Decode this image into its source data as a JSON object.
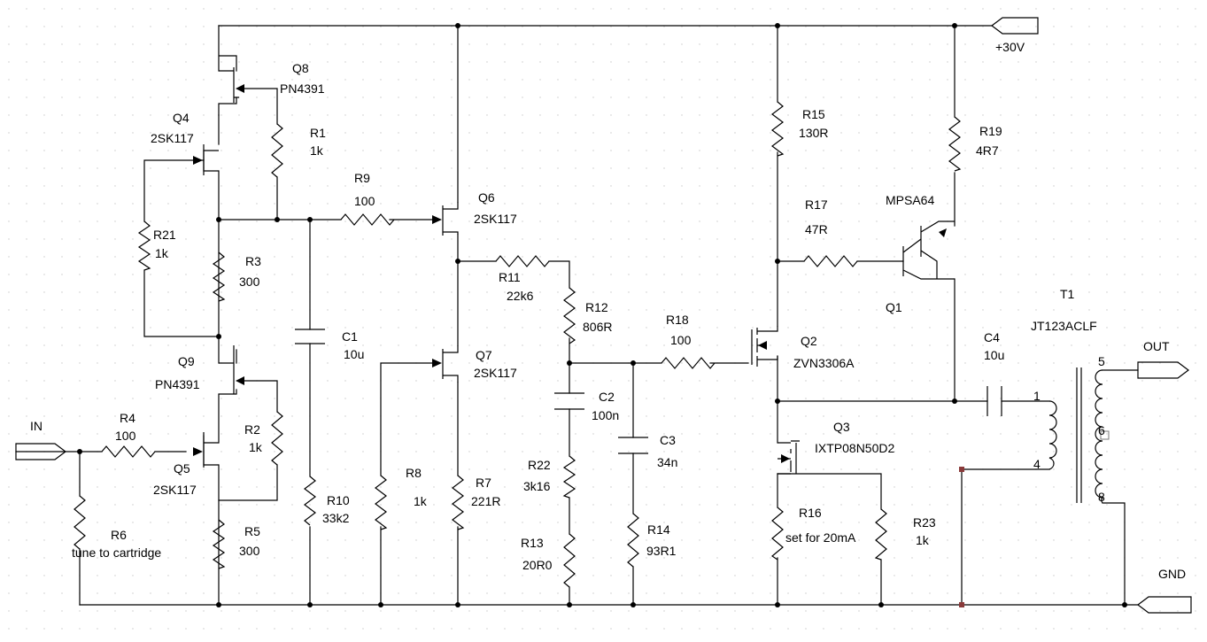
{
  "ports": {
    "vplus": "+30V",
    "input": "IN",
    "output": "OUT",
    "ground": "GND"
  },
  "components": {
    "Q8": {
      "ref": "Q8",
      "part": "PN4391"
    },
    "Q4": {
      "ref": "Q4",
      "part": "2SK117"
    },
    "Q9": {
      "ref": "Q9",
      "part": "PN4391"
    },
    "Q5": {
      "ref": "Q5",
      "part": "2SK117"
    },
    "Q6": {
      "ref": "Q6",
      "part": "2SK117"
    },
    "Q7": {
      "ref": "Q7",
      "part": "2SK117"
    },
    "Q2": {
      "ref": "Q2",
      "part": "ZVN3306A"
    },
    "Q3": {
      "ref": "Q3",
      "part": "IXTP08N50D2"
    },
    "Q1": {
      "ref": "Q1",
      "part": "MPSA64"
    },
    "R1": {
      "ref": "R1",
      "value": "1k"
    },
    "R2": {
      "ref": "R2",
      "value": "1k"
    },
    "R3": {
      "ref": "R3",
      "value": "300"
    },
    "R4": {
      "ref": "R4",
      "value": "100"
    },
    "R5": {
      "ref": "R5",
      "value": "300"
    },
    "R6": {
      "ref": "R6",
      "value": "tune to cartridge"
    },
    "R7": {
      "ref": "R7",
      "value": "221R"
    },
    "R8": {
      "ref": "R8",
      "value": "1k"
    },
    "R9": {
      "ref": "R9",
      "value": "100"
    },
    "R10": {
      "ref": "R10",
      "value": "33k2"
    },
    "R11": {
      "ref": "R11",
      "value": "22k6"
    },
    "R12": {
      "ref": "R12",
      "value": "806R"
    },
    "R13": {
      "ref": "R13",
      "value": "20R0"
    },
    "R14": {
      "ref": "R14",
      "value": "93R1"
    },
    "R15": {
      "ref": "R15",
      "value": "130R"
    },
    "R16": {
      "ref": "R16",
      "value": "set for 20mA"
    },
    "R17": {
      "ref": "R17",
      "value": "47R"
    },
    "R18": {
      "ref": "R18",
      "value": "100"
    },
    "R19": {
      "ref": "R19",
      "value": "4R7"
    },
    "R21": {
      "ref": "R21",
      "value": "1k"
    },
    "R22": {
      "ref": "R22",
      "value": "3k16"
    },
    "R23": {
      "ref": "R23",
      "value": "1k"
    },
    "C1": {
      "ref": "C1",
      "value": "10u"
    },
    "C2": {
      "ref": "C2",
      "value": "100n"
    },
    "C3": {
      "ref": "C3",
      "value": "34n"
    },
    "C4": {
      "ref": "C4",
      "value": "10u"
    },
    "T1": {
      "ref": "T1",
      "part": "JT123ACLF",
      "pins": [
        "1",
        "4",
        "5",
        "6",
        "8"
      ]
    }
  }
}
